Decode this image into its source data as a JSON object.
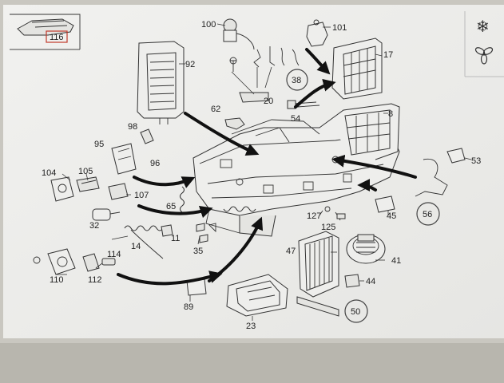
{
  "inset": {
    "ref_number": "116"
  },
  "icons": {
    "snowflake": "snowflake-icon",
    "fan": "fan-icon",
    "snowflake_glyph": "❄"
  },
  "labels": [
    {
      "id": "p100",
      "text": "100"
    },
    {
      "id": "p101",
      "text": "101"
    },
    {
      "id": "p92",
      "text": "92"
    },
    {
      "id": "p17",
      "text": "17"
    },
    {
      "id": "p38",
      "text": "38"
    },
    {
      "id": "p20",
      "text": "20"
    },
    {
      "id": "p62",
      "text": "62"
    },
    {
      "id": "p54",
      "text": "54"
    },
    {
      "id": "p8",
      "text": "8"
    },
    {
      "id": "p98",
      "text": "98"
    },
    {
      "id": "p95",
      "text": "95"
    },
    {
      "id": "p96",
      "text": "96"
    },
    {
      "id": "p104",
      "text": "104"
    },
    {
      "id": "p105",
      "text": "105"
    },
    {
      "id": "p107",
      "text": "107"
    },
    {
      "id": "p65",
      "text": "65"
    },
    {
      "id": "p53",
      "text": "53"
    },
    {
      "id": "p32",
      "text": "32"
    },
    {
      "id": "p11",
      "text": "11"
    },
    {
      "id": "p14",
      "text": "14"
    },
    {
      "id": "p35",
      "text": "35"
    },
    {
      "id": "p127",
      "text": "127"
    },
    {
      "id": "p125",
      "text": "125"
    },
    {
      "id": "p45",
      "text": "45"
    },
    {
      "id": "p56",
      "text": "56"
    },
    {
      "id": "p114",
      "text": "114"
    },
    {
      "id": "p110",
      "text": "110"
    },
    {
      "id": "p112",
      "text": "112"
    },
    {
      "id": "p47",
      "text": "47"
    },
    {
      "id": "p41",
      "text": "41"
    },
    {
      "id": "p44",
      "text": "44"
    },
    {
      "id": "p89",
      "text": "89"
    },
    {
      "id": "p50",
      "text": "50"
    },
    {
      "id": "p23",
      "text": "23"
    }
  ]
}
